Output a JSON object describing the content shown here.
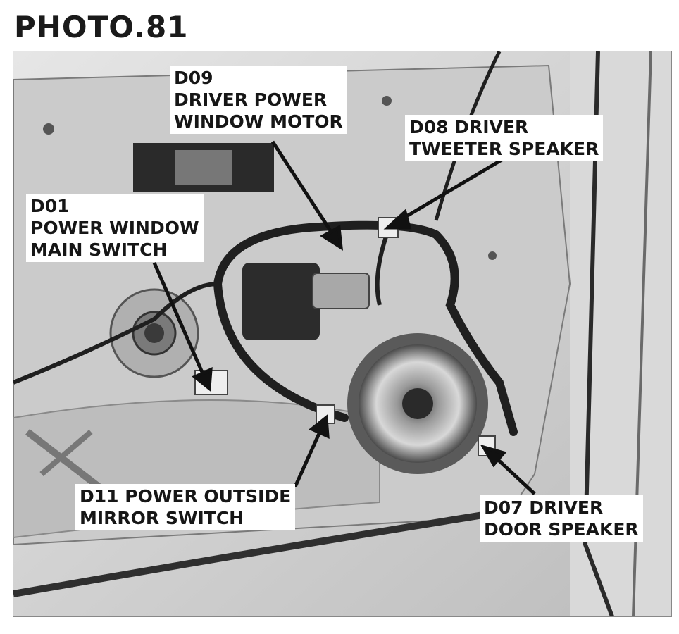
{
  "title": "PHOTO.81",
  "labels": {
    "d09": {
      "lines": [
        "D09",
        "DRIVER POWER",
        "WINDOW MOTOR"
      ]
    },
    "d08": {
      "lines": [
        "D08 DRIVER",
        "TWEETER SPEAKER"
      ]
    },
    "d01": {
      "lines": [
        "D01",
        "POWER WINDOW",
        "MAIN SWITCH"
      ]
    },
    "d11": {
      "lines": [
        "D11 POWER OUTSIDE",
        "MIRROR SWITCH"
      ]
    },
    "d07": {
      "lines": [
        "D07 DRIVER",
        "DOOR SPEAKER"
      ]
    }
  }
}
